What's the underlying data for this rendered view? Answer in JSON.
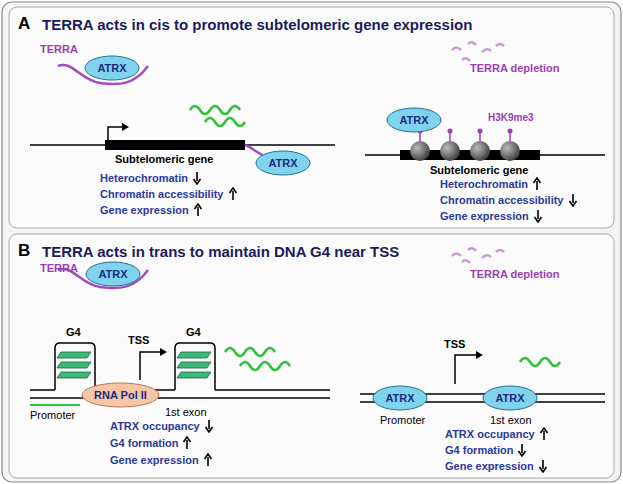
{
  "diagram": {
    "nodes": [
      {
        "text": [
          "ATRX"
        ]
      },
      {
        "text": [
          "ATRX"
        ]
      },
      {
        "text": [
          "ATRX"
        ]
      },
      {
        "text": [
          "ATRX"
        ]
      },
      {
        "text": [
          "RNA Pol II"
        ]
      },
      {
        "text": [
          "ATRX"
        ]
      },
      {
        "text": [
          "ATRX"
        ]
      }
    ],
    "labels": [
      "A",
      "TERRA acts in cis to promote subtelomeric gene expression",
      "TERRA",
      "Subtelomeric gene",
      "Heterochromatin",
      "Chromatin accessibility",
      "Gene expression",
      "TERRA depletion",
      "H3K9me3",
      "Subtelomeric gene",
      "Heterochromatin",
      "Chromatin accessibility",
      "Gene expression",
      "B",
      "TERRA acts in trans to maintain DNA G4 near TSS",
      "TERRA",
      "G4",
      "TSS",
      "G4",
      "Promoter",
      "1st exon",
      "ATRX occupancy",
      "G4 formation",
      "Gene expression",
      "TERRA depletion",
      "TSS",
      "Promoter",
      "1st exon",
      "ATRX occupancy",
      "G4 formation",
      "Gene expression"
    ]
  }
}
